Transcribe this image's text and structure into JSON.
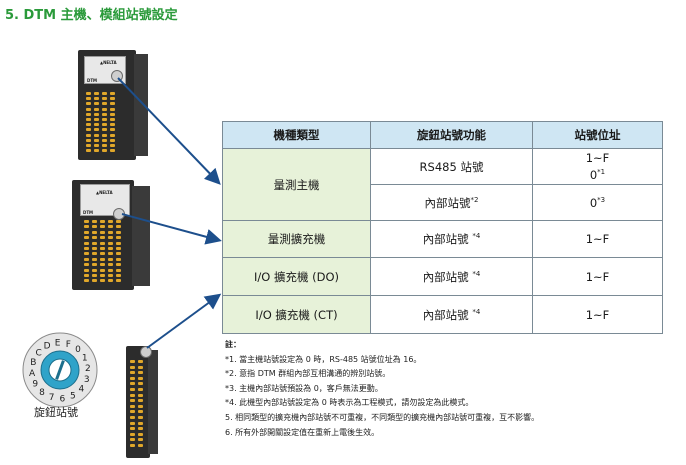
{
  "title": "5. DTM 主機、模組站號設定",
  "devices": {
    "logo_text": "▲NELTA",
    "model_text": "DTM"
  },
  "dial": {
    "characters": [
      "0",
      "1",
      "2",
      "3",
      "4",
      "5",
      "6",
      "7",
      "8",
      "9",
      "A",
      "B",
      "C",
      "D",
      "E",
      "F"
    ],
    "label": "旋鈕站號"
  },
  "table": {
    "headers": [
      "機種類型",
      "旋鈕站號功能",
      "站號位址"
    ],
    "rows": [
      {
        "type": "量測主機",
        "func": "RS485 站號",
        "func_sup": "",
        "addr": "1~F",
        "addr2": "0",
        "addr2_sup": "*1"
      },
      {
        "type": "",
        "func": "內部站號",
        "func_sup": "*2",
        "addr": "0",
        "addr_sup": "*3"
      },
      {
        "type": "量測擴充機",
        "func": "內部站號",
        "func_sup": "*4",
        "addr": "1~F"
      },
      {
        "type": "I/O 擴充機 (DO)",
        "func": "內部站號",
        "func_sup": "*4",
        "addr": "1~F"
      },
      {
        "type": "I/O 擴充機 (CT)",
        "func": "內部站號",
        "func_sup": "*4",
        "addr": "1~F"
      }
    ]
  },
  "notes": {
    "heading": "註：",
    "items": [
      "*1. 當主機站號設定為 0 時，RS-485 站號位址為 16。",
      "*2. 意指 DTM 群組內部互相溝通的辨別站號。",
      "*3. 主機內部站號預設為 0，客戶無法更動。",
      "*4. 此機型內部站號設定為 0 時表示為工程模式，請勿設定為此模式。",
      "5. 相同類型的擴充機內部站號不可重複，不同類型的擴充機內部站號可重複，互不影響。",
      "6. 所有外部開關設定值在重新上電後生效。"
    ]
  },
  "colors": {
    "title": "#2a9a3a",
    "header_bg": "#cfe6f3",
    "type_bg": "#e7f2d9",
    "arrow": "#1d4f8c",
    "terminal": "#e0a72a"
  }
}
